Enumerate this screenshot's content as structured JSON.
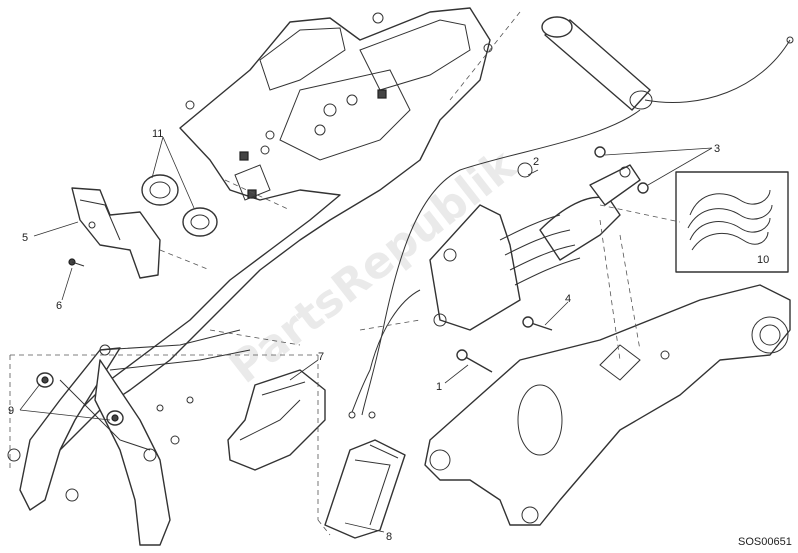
{
  "diagram": {
    "callouts": [
      {
        "id": "c1",
        "text": "1"
      },
      {
        "id": "c2",
        "text": "2"
      },
      {
        "id": "c3",
        "text": "3"
      },
      {
        "id": "c4",
        "text": "4"
      },
      {
        "id": "c5",
        "text": "5"
      },
      {
        "id": "c6",
        "text": "6"
      },
      {
        "id": "c7",
        "text": "7"
      },
      {
        "id": "c8",
        "text": "8"
      },
      {
        "id": "c9",
        "text": "9"
      },
      {
        "id": "c10",
        "text": "10"
      },
      {
        "id": "c11",
        "text": "11"
      }
    ],
    "drawing_code": "SOS00651",
    "watermark": "PartsRepublik"
  },
  "colors": {
    "line": "#333333",
    "watermark": "#d9d9d9",
    "background": "#ffffff"
  }
}
